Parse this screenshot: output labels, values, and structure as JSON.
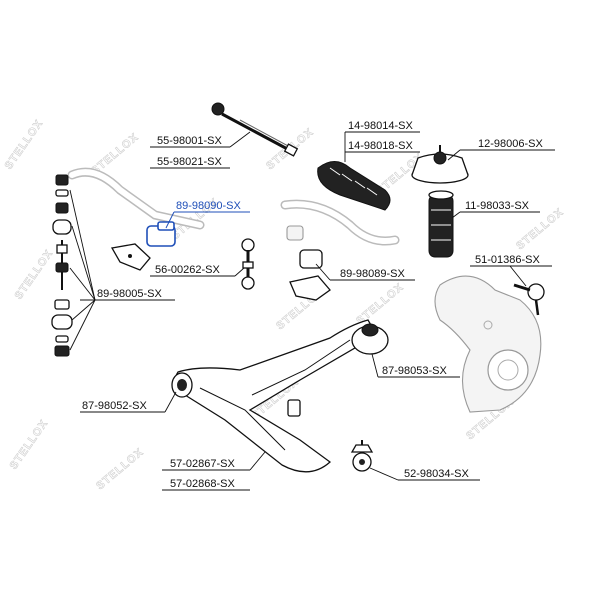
{
  "watermark": "STELLOX",
  "part_labels": [
    "55-98001-SX",
    "55-98021-SX",
    "14-98014-SX",
    "14-98018-SX",
    "12-98006-SX",
    "11-98033-SX",
    "89-98090-SX",
    "56-00262-SX",
    "89-98089-SX",
    "51-01386-SX",
    "89-98005-SX",
    "87-98053-SX",
    "87-98052-SX",
    "57-02867-SX",
    "57-02868-SX",
    "52-98034-SX"
  ],
  "highlight_color": "#1f4fb8"
}
